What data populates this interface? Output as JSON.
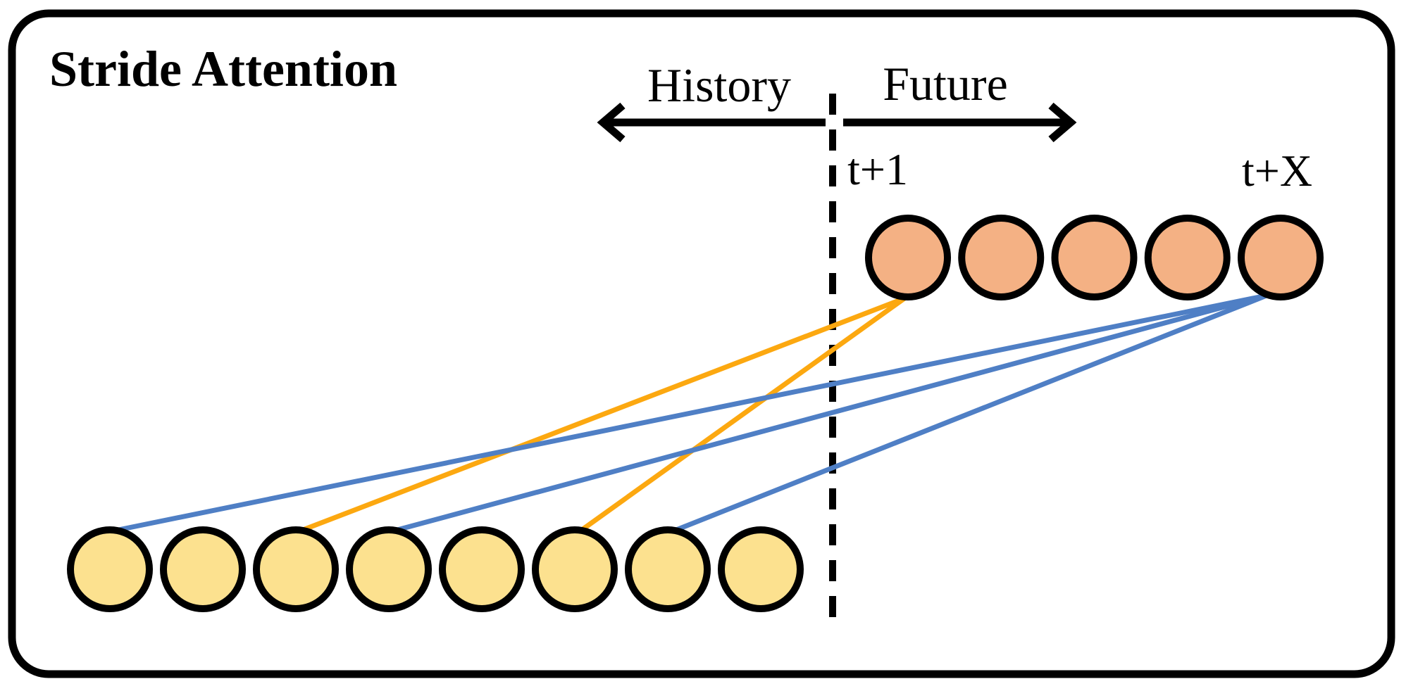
{
  "title": "Stride Attention",
  "axis": {
    "history_label": "History",
    "future_label": "Future"
  },
  "future_tokens": {
    "count": 5,
    "first_label": "t+1",
    "last_label": "t+X"
  },
  "history_tokens": {
    "count": 8
  },
  "colors": {
    "history_token_fill": "#FCE18F",
    "future_token_fill": "#F4B184",
    "token_outline": "#000000",
    "t_plus_1_connection": "#FCA810",
    "t_plus_x_connection": "#4F7FC5",
    "frame_stroke": "#000000",
    "background": "#FFFFFF"
  },
  "connections": {
    "t_plus_1": {
      "source": "t+1",
      "color_key": "t_plus_1_connection",
      "history_targets": [
        3,
        6
      ]
    },
    "t_plus_x": {
      "source": "t+X",
      "color_key": "t_plus_x_connection",
      "history_targets": [
        1,
        4,
        7
      ]
    }
  }
}
